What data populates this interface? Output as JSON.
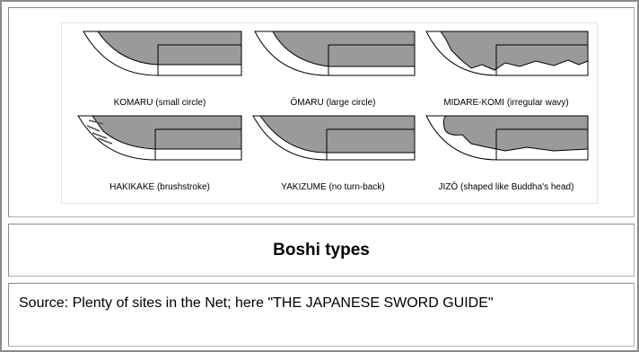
{
  "figure": {
    "types": [
      {
        "label": "KOMARU (small circle)"
      },
      {
        "label": "ŌMARU (large circle)"
      },
      {
        "label": "MIDARE-KOMI (irregular wavy)"
      },
      {
        "label": "HAKIKAKE (brushstroke)"
      },
      {
        "label": "YAKIZUME (no turn-back)"
      },
      {
        "label": "JIZŌ (shaped like Buddha's head)"
      }
    ]
  },
  "caption": "Boshi types",
  "source": "Source: Plenty of sites in the Net; here \"THE JAPANESE SWORD GUIDE\""
}
